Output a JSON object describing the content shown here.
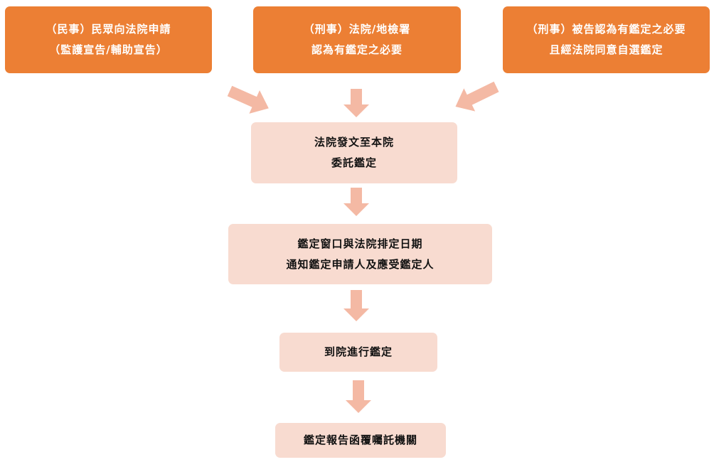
{
  "sources": [
    {
      "line1": "（民事）民眾向法院申請",
      "line2": "（監護宣告/輔助宣告）"
    },
    {
      "line1": "（刑事）法院/地檢署",
      "line2": "認為有鑑定之必要"
    },
    {
      "line1": "（刑事）被告認為有鑑定之必要",
      "line2": "且經法院同意自選鑑定"
    }
  ],
  "steps": [
    {
      "line1": "法院發文至本院",
      "line2": "委託鑑定"
    },
    {
      "line1": "鑑定窗口與法院排定日期",
      "line2": "通知鑑定申請人及應受鑑定人"
    },
    {
      "line1": "到院進行鑑定"
    },
    {
      "line1": "鑑定報告函覆囑託機關"
    }
  ],
  "colors": {
    "source_box": "#ec7f34",
    "step_box": "#f8dbd0",
    "arrow": "#f4b9a4"
  }
}
